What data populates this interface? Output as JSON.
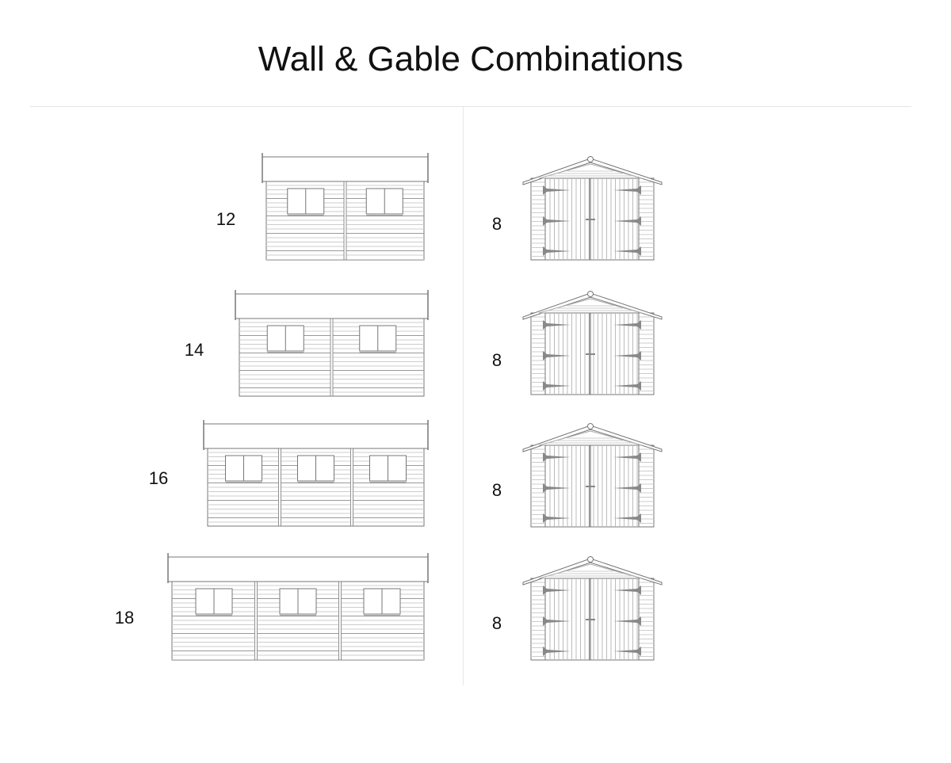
{
  "title": "Wall & Gable Combinations",
  "rows": [
    {
      "wall_length": "12",
      "gable_width": "8",
      "wall_panels": 2
    },
    {
      "wall_length": "14",
      "gable_width": "8",
      "wall_panels": 2
    },
    {
      "wall_length": "16",
      "gable_width": "8",
      "wall_panels": 3
    },
    {
      "wall_length": "18",
      "gable_width": "8",
      "wall_panels": 3
    }
  ]
}
